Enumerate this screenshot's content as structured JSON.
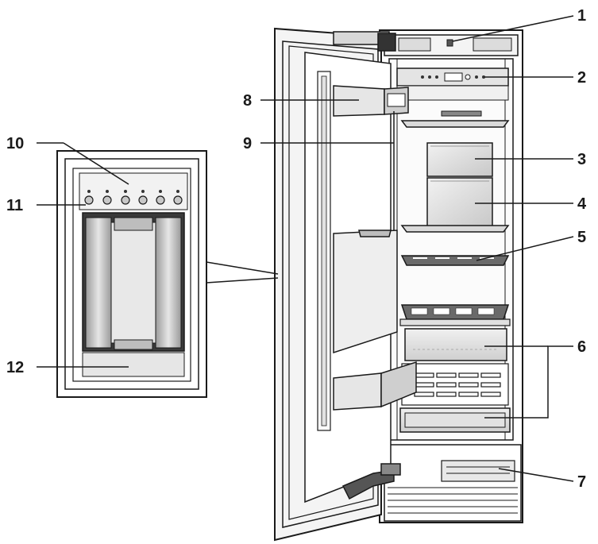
{
  "callouts": {
    "c1": "1",
    "c2": "2",
    "c3": "3",
    "c4": "4",
    "c5": "5",
    "c6": "6",
    "c7": "7",
    "c8": "8",
    "c9": "9",
    "c10": "10",
    "c11": "11",
    "c12": "12"
  },
  "colors": {
    "line": "#1a1a1a",
    "panel": "#e2e2e2",
    "shade": "#bdbdbd",
    "dark": "#555555"
  }
}
